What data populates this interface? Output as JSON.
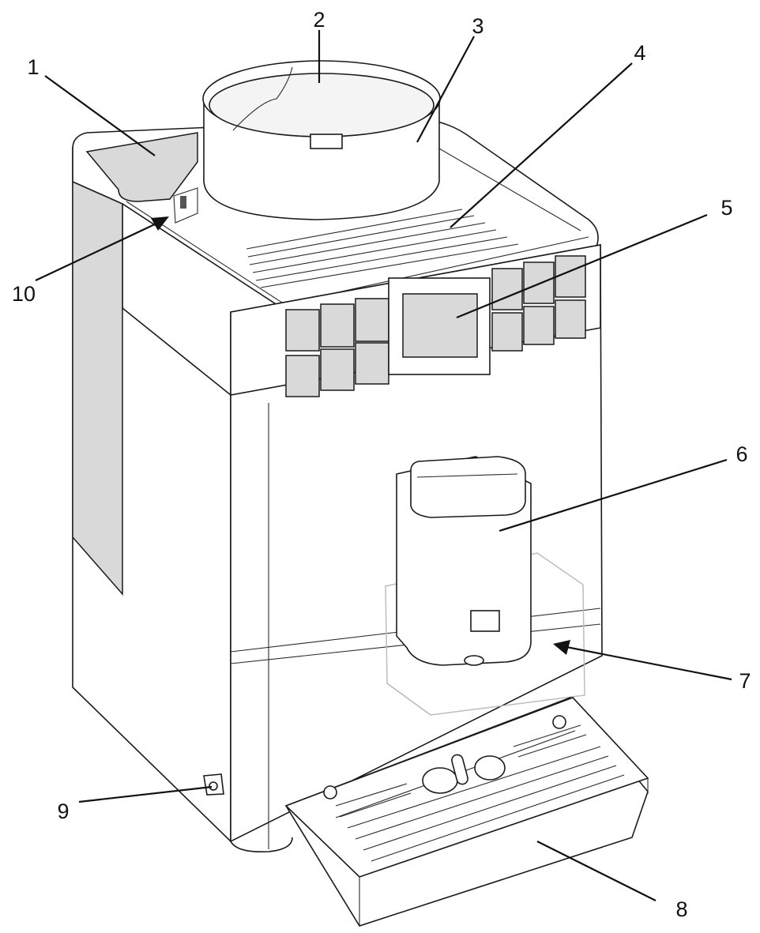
{
  "colors": {
    "line": "#1a1a1a",
    "panel_gray": "#d9d9d9",
    "background": "#ffffff"
  },
  "callouts": [
    {
      "id": "1",
      "label": "1"
    },
    {
      "id": "2",
      "label": "2"
    },
    {
      "id": "3",
      "label": "3"
    },
    {
      "id": "4",
      "label": "4"
    },
    {
      "id": "5",
      "label": "5"
    },
    {
      "id": "6",
      "label": "6"
    },
    {
      "id": "7",
      "label": "7"
    },
    {
      "id": "8",
      "label": "8"
    },
    {
      "id": "9",
      "label": "9"
    },
    {
      "id": "10",
      "label": "10"
    }
  ]
}
